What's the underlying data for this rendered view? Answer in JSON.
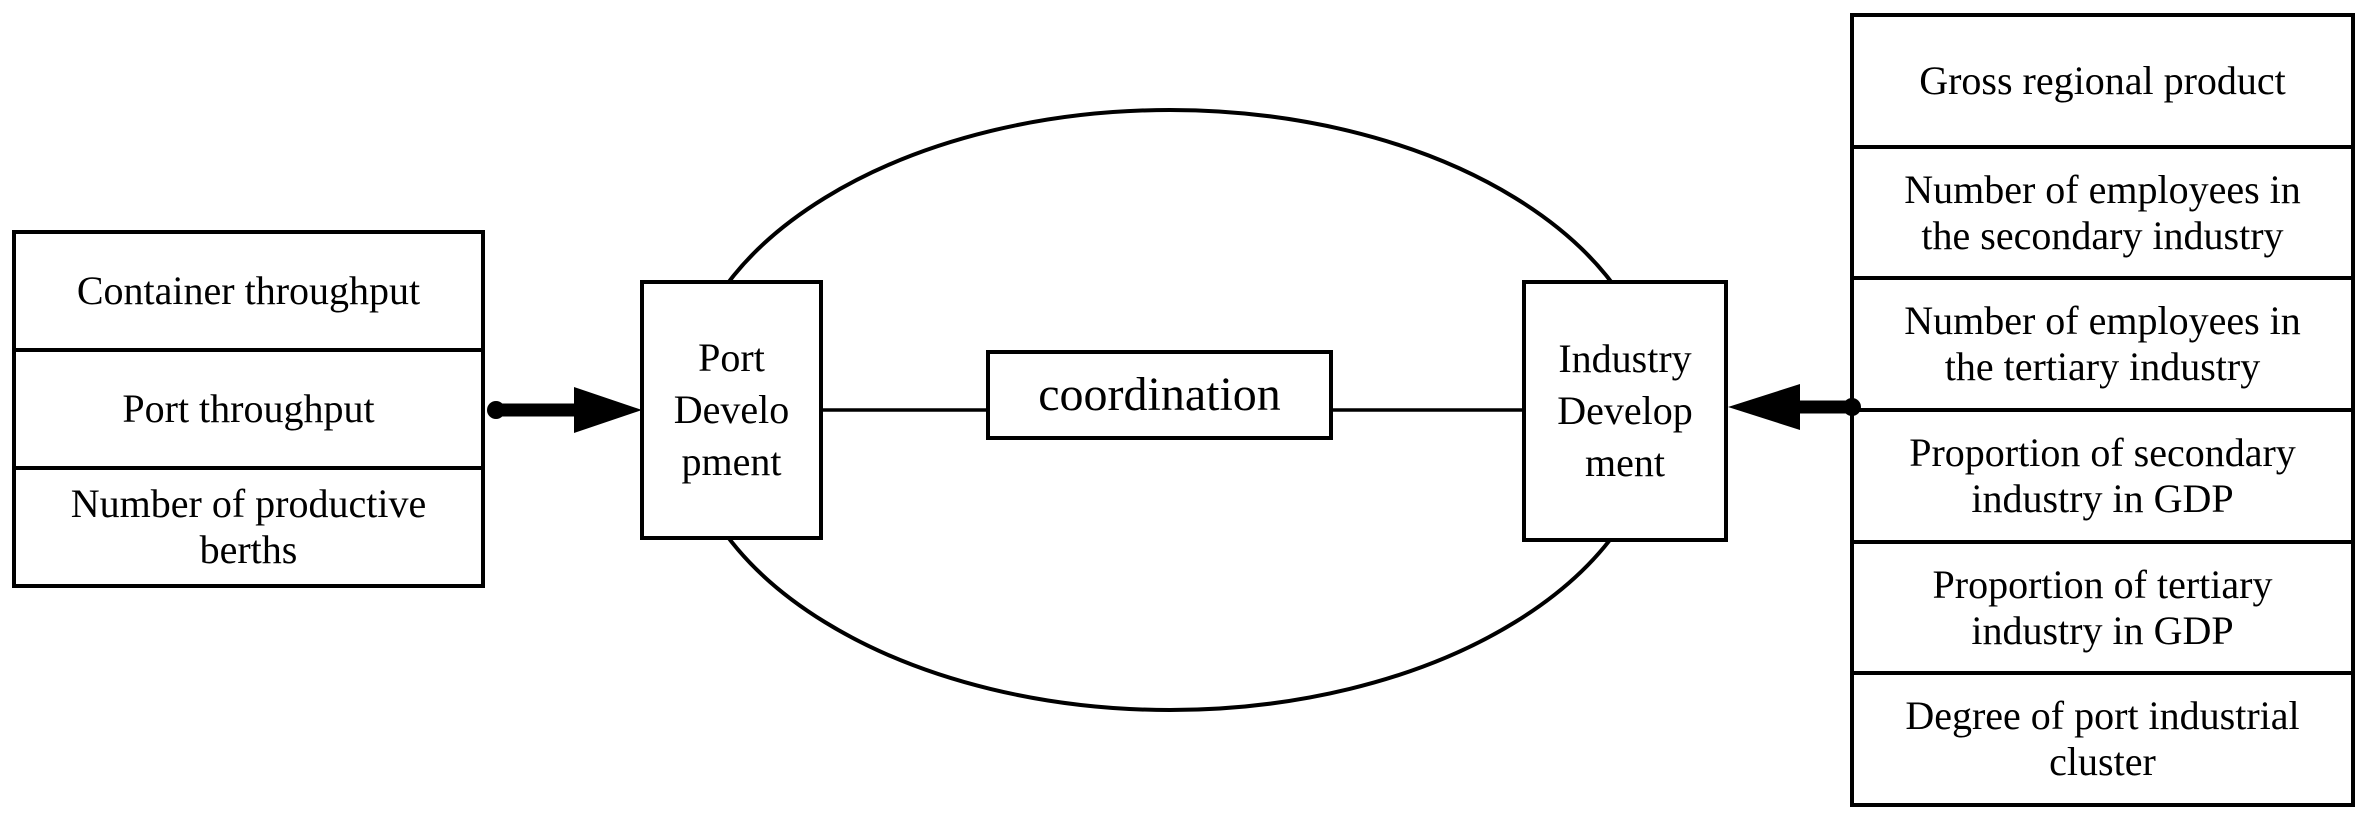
{
  "colors": {
    "line": "#000000",
    "background": "#ffffff",
    "text": "#000000"
  },
  "left_table": {
    "rows": [
      {
        "label": "Container throughput"
      },
      {
        "label": "Port throughput"
      },
      {
        "label": "Number of productive\nberths"
      }
    ]
  },
  "nodes": {
    "port": {
      "label": "Port\nDevelo\npment"
    },
    "coordination": {
      "label": "coordination"
    },
    "industry": {
      "label": "Industry\nDevelop\nment"
    }
  },
  "right_table": {
    "rows": [
      {
        "label": "Gross regional product"
      },
      {
        "label": "Number of employees in\nthe secondary industry"
      },
      {
        "label": "Number of employees in\nthe tertiary industry"
      },
      {
        "label": "Proportion of secondary\nindustry in GDP"
      },
      {
        "label": "Proportion of tertiary\nindustry in GDP"
      },
      {
        "label": "Degree of port industrial\ncluster"
      }
    ]
  }
}
